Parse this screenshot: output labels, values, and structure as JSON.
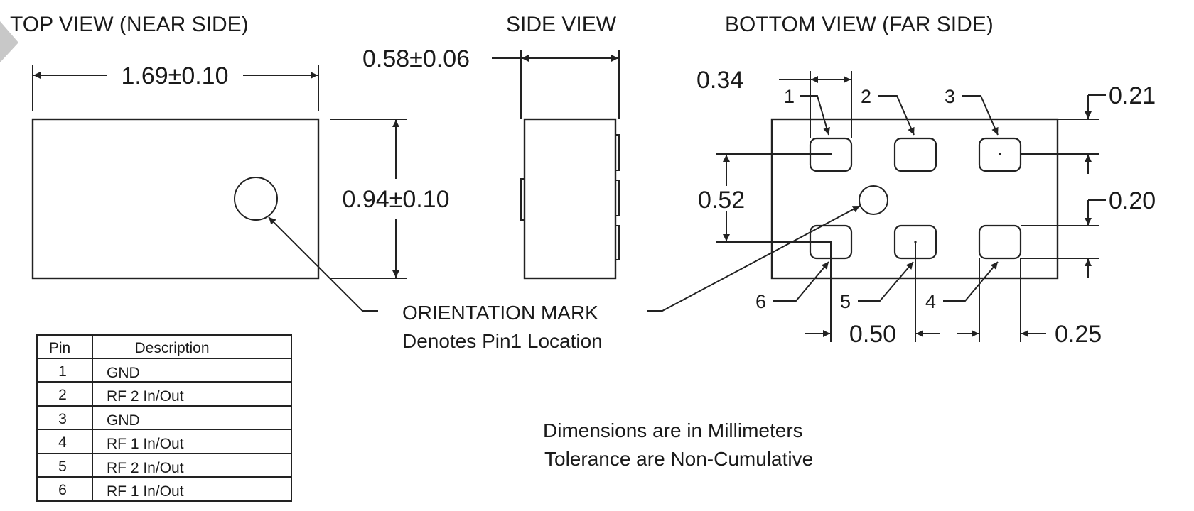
{
  "views": {
    "top_title": "TOP VIEW (NEAR SIDE)",
    "side_title": "SIDE VIEW",
    "bottom_title": "BOTTOM VIEW (FAR SIDE)"
  },
  "dimensions": {
    "length": "1.69±0.10",
    "width": "0.94±0.10",
    "height": "0.58±0.06",
    "pad_width": "0.34",
    "edge_top": "0.21",
    "pitch_vertical": "0.52",
    "pad_height": "0.20",
    "pitch_horizontal": "0.50",
    "edge_right": "0.25"
  },
  "pin_labels": [
    "1",
    "2",
    "3",
    "4",
    "5",
    "6"
  ],
  "orientation": {
    "line1": "ORIENTATION MARK",
    "line2": "Denotes Pin1 Location"
  },
  "notes": {
    "line1": "Dimensions are in Millimeters",
    "line2": "Tolerance are Non-Cumulative"
  },
  "pin_table": {
    "headers": [
      "Pin",
      "Description"
    ],
    "rows": [
      [
        "1",
        "GND"
      ],
      [
        "2",
        "RF 2 In/Out"
      ],
      [
        "3",
        "GND"
      ],
      [
        "4",
        "RF 1 In/Out"
      ],
      [
        "5",
        "RF 2 In/Out"
      ],
      [
        "6",
        "RF 1 In/Out"
      ]
    ]
  }
}
